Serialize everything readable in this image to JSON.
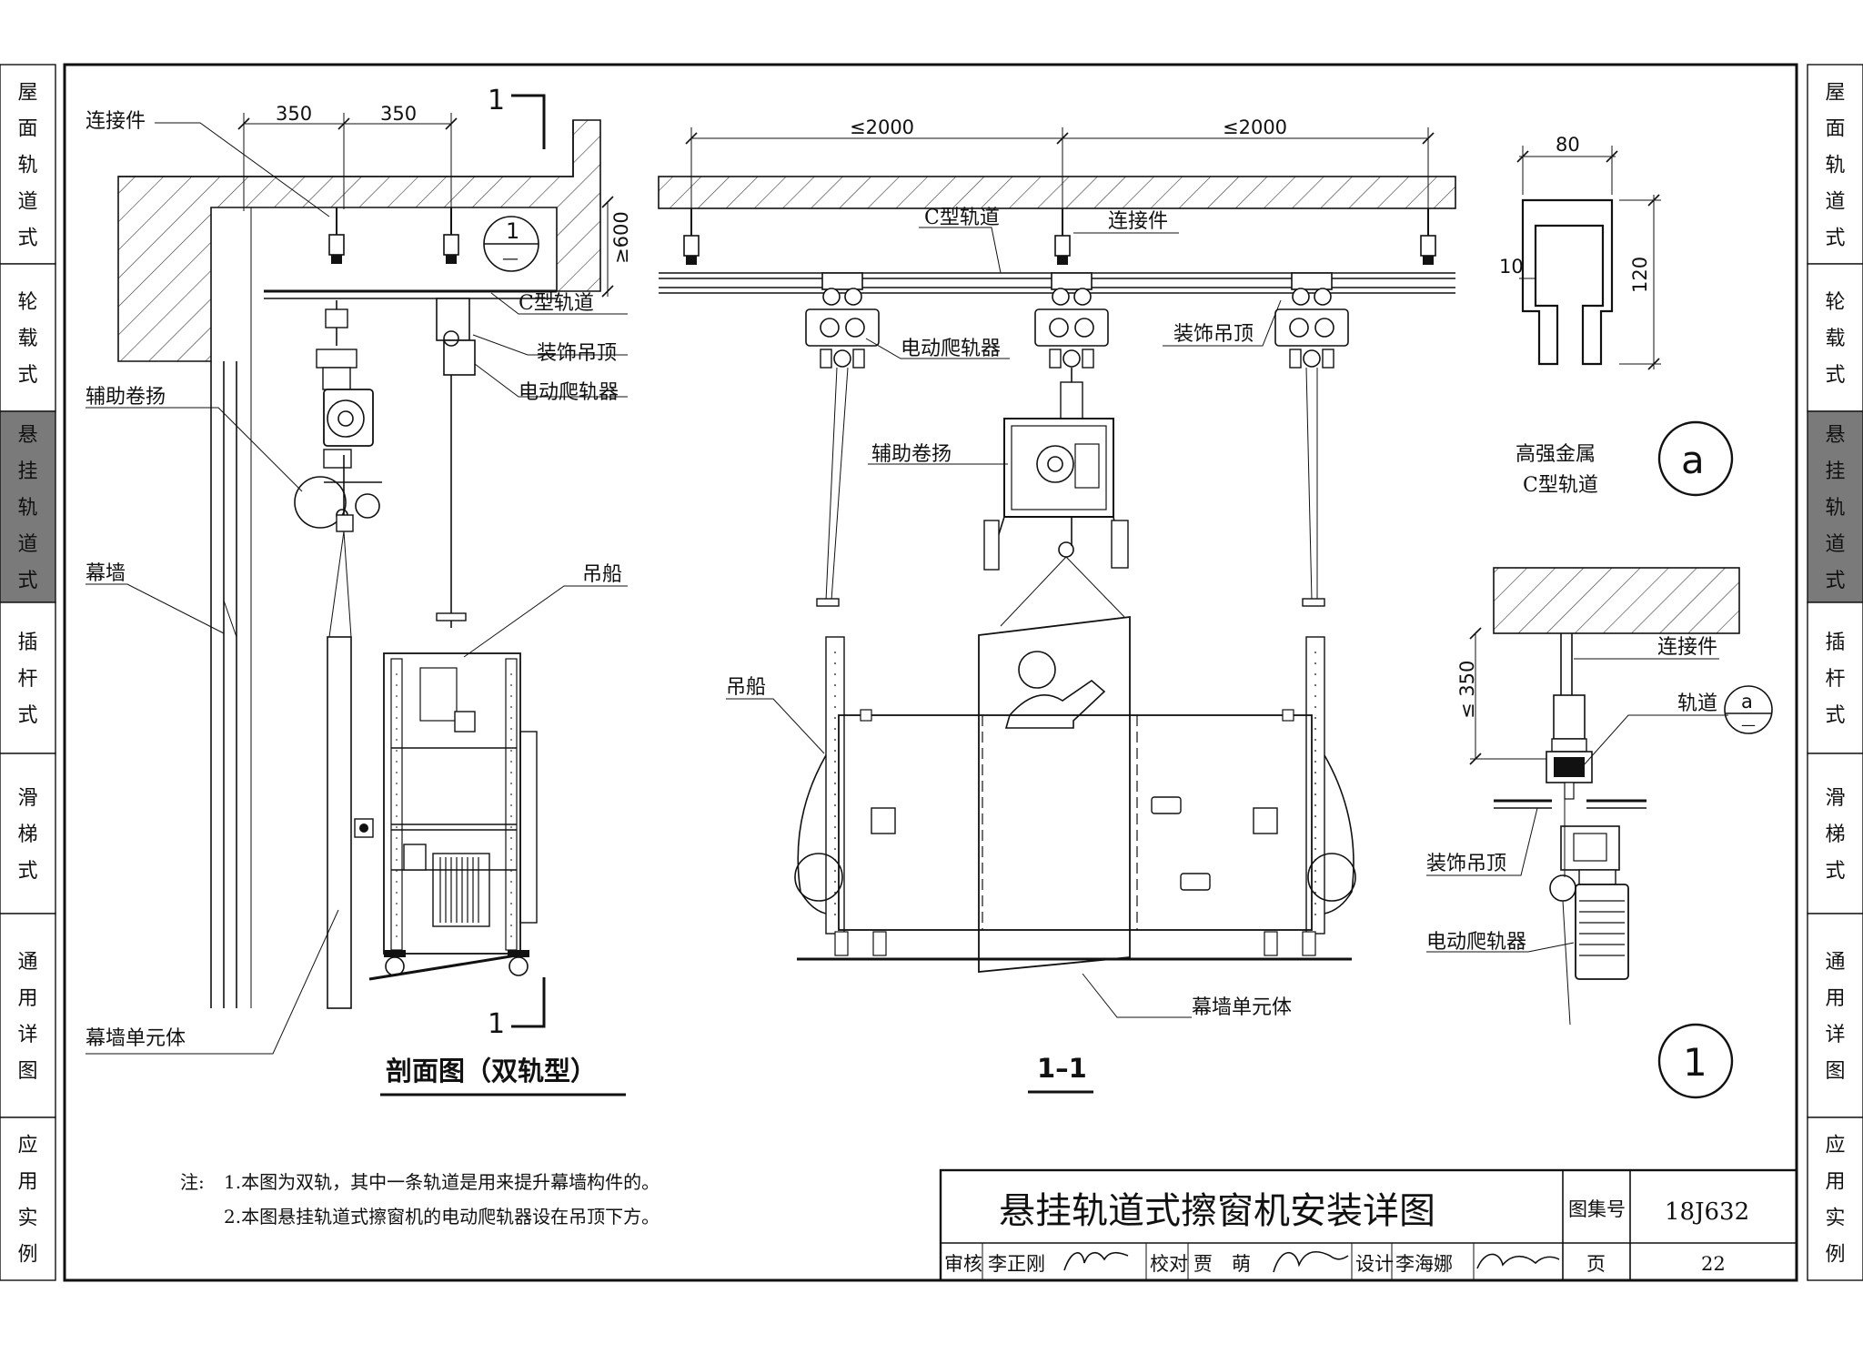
{
  "side_tabs_left": [
    {
      "label": "屋面轨道式",
      "active": false
    },
    {
      "label": "轮载式",
      "active": false
    },
    {
      "label": "悬挂轨道式",
      "active": true
    },
    {
      "label": "插杆式",
      "active": false
    },
    {
      "label": "滑梯式",
      "active": false
    },
    {
      "label": "通用详图",
      "active": false
    },
    {
      "label": "应用实例",
      "active": false
    }
  ],
  "side_tabs_right": [
    {
      "label": "屋面轨道式",
      "active": false
    },
    {
      "label": "轮载式",
      "active": false
    },
    {
      "label": "悬挂轨道式",
      "active": true
    },
    {
      "label": "插杆式",
      "active": false
    },
    {
      "label": "滑梯式",
      "active": false
    },
    {
      "label": "通用详图",
      "active": false
    },
    {
      "label": "应用实例",
      "active": false
    }
  ],
  "colors": {
    "active_tab_bg": "#7a7a7a",
    "line": "#111111",
    "paper": "#ffffff"
  },
  "section_view": {
    "title": "剖面图（双轨型）",
    "dim_1": "350",
    "dim_2": "350",
    "dim_vertical": "≥600",
    "cut_mark_top": "1",
    "cut_mark_bottom": "1",
    "detail_circle_top": "1",
    "detail_circle_bottom": "—",
    "label_connector": "连接件",
    "label_aux_winch": "辅助卷扬",
    "label_curtain_wall": "幕墙",
    "label_unit": "幕墙单元体",
    "label_c_rail": "C型轨道",
    "label_ceiling": "装饰吊顶",
    "label_climber": "电动爬轨器",
    "label_gondola": "吊船"
  },
  "view_1_1": {
    "title": "1–1",
    "dim_1": "≤2000",
    "dim_2": "≤2000",
    "label_c_rail": "C型轨道",
    "label_connector": "连接件",
    "label_climber": "电动爬轨器",
    "label_ceiling": "装饰吊顶",
    "label_aux_winch": "辅助卷扬",
    "label_gondola": "吊船",
    "label_unit": "幕墙单元体"
  },
  "detail_a": {
    "dim_width": "80",
    "dim_height": "120",
    "dim_wall": "10",
    "caption_line1": "高强金属",
    "caption_line2": "C型轨道",
    "marker": "a"
  },
  "detail_1": {
    "dim_vertical": "≤ 350",
    "label_connector": "连接件",
    "label_rail": "轨道",
    "label_ceiling": "装饰吊顶",
    "label_climber": "电动爬轨器",
    "ref_top": "a",
    "ref_bottom": "—",
    "marker": "1"
  },
  "notes": {
    "prefix": "注:",
    "line1": "1.本图为双轨，其中一条轨道是用来提升幕墙构件的。",
    "line2": "2.本图悬挂轨道式擦窗机的电动爬轨器设在吊顶下方。"
  },
  "title_block": {
    "title": "悬挂轨道式擦窗机安装详图",
    "atlas_label": "图集号",
    "atlas_value": "18J632",
    "review_label": "审核",
    "review_name": "李正刚",
    "check_label": "校对",
    "check_name": "贾　萌",
    "design_label": "设计",
    "design_name": "李海娜",
    "page_label": "页",
    "page_value": "22"
  }
}
